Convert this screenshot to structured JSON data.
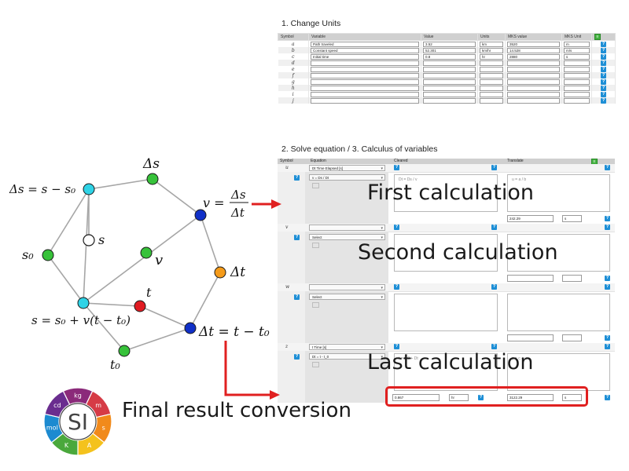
{
  "section1": {
    "title": "1. Change Units",
    "headers": [
      "Symbol",
      "Variable",
      "Value",
      "Units",
      "MKS value",
      "MKS Unit"
    ],
    "rows": [
      {
        "symbol": "a",
        "variable": "Path traveled",
        "value": "3.52",
        "units": "km",
        "mks_value": "3520",
        "mks_unit": "m"
      },
      {
        "symbol": "b",
        "variable": "Constant speed",
        "value": "52.301",
        "units": "km/hr",
        "mks_value": "14.528",
        "mks_unit": "m/s"
      },
      {
        "symbol": "c",
        "variable": "Initial time",
        "value": "0.8",
        "units": "hr",
        "mks_value": "2880",
        "mks_unit": "s"
      },
      {
        "symbol": "d",
        "variable": "",
        "value": "",
        "units": "",
        "mks_value": "",
        "mks_unit": ""
      },
      {
        "symbol": "e",
        "variable": "",
        "value": "",
        "units": "",
        "mks_value": "",
        "mks_unit": ""
      },
      {
        "symbol": "f",
        "variable": "",
        "value": "",
        "units": "",
        "mks_value": "",
        "mks_unit": ""
      },
      {
        "symbol": "g",
        "variable": "",
        "value": "",
        "units": "",
        "mks_value": "",
        "mks_unit": ""
      },
      {
        "symbol": "h",
        "variable": "",
        "value": "",
        "units": "",
        "mks_value": "",
        "mks_unit": ""
      },
      {
        "symbol": "i",
        "variable": "",
        "value": "",
        "units": "",
        "mks_value": "",
        "mks_unit": ""
      },
      {
        "symbol": "j",
        "variable": "",
        "value": "",
        "units": "",
        "mks_value": "",
        "mks_unit": ""
      }
    ]
  },
  "section2": {
    "title": "2. Solve equation / 3. Calculus of variables",
    "headers": [
      "Symbol",
      "Equation",
      "Cleared",
      "Translate"
    ],
    "blocks": [
      {
        "symbol": "u",
        "variable_select": "Dt Time Elapsed [s]",
        "equation_select": "v = Ds / Dt",
        "cleared": "Dt = Ds / v",
        "translate": "u = a / b",
        "result_value": "242.29",
        "result_unit": "s"
      },
      {
        "symbol": "v",
        "variable_select": "",
        "equation_select": "Select",
        "cleared": "",
        "translate": "",
        "result_value": "",
        "result_unit": ""
      },
      {
        "symbol": "w",
        "variable_select": "",
        "equation_select": "Select",
        "cleared": "",
        "translate": "",
        "result_value": "",
        "result_unit": ""
      },
      {
        "symbol": "z",
        "variable_select": "t Time [s]",
        "equation_select": "Dt = t - t_0",
        "cleared": "t = t_0 + Dt",
        "translate": "z = c + u",
        "result_value": "3122.29",
        "result_unit": "s"
      }
    ],
    "final_conversion": {
      "value": "0.867",
      "unit": "hr"
    }
  },
  "overlays": {
    "first_calculation": "First calculation",
    "second_calculation": "Second calculation",
    "last_calculation": "Last calculation",
    "final_result_conversion": "Final result conversion"
  },
  "graph": {
    "labels": {
      "delta_s": "Δs",
      "delta_s_def": "Δs = s − s₀",
      "s": "s",
      "s0": "s₀",
      "v": "v",
      "v_def_lhs": "v =",
      "v_def_num": "Δs",
      "v_def_den": "Δt",
      "delta_t": "Δt",
      "t": "t",
      "t0": "t₀",
      "s_def": "s = s₀ + v(t − t₀)",
      "delta_t_def": "Δt = t − t₀"
    }
  },
  "si_logo": {
    "center": "SI",
    "segments": [
      "kg",
      "m",
      "s",
      "A",
      "K",
      "mol",
      "cd"
    ]
  },
  "help_glyph": "?",
  "settings_glyph": "≡",
  "colors": {
    "node_cyan": "#2fd3e6",
    "node_green": "#37c23a",
    "node_blue": "#1030c8",
    "node_orange": "#f59b1a",
    "node_red": "#e01b22",
    "highlight_red": "#e02020",
    "help_blue": "#1e8fd6"
  }
}
